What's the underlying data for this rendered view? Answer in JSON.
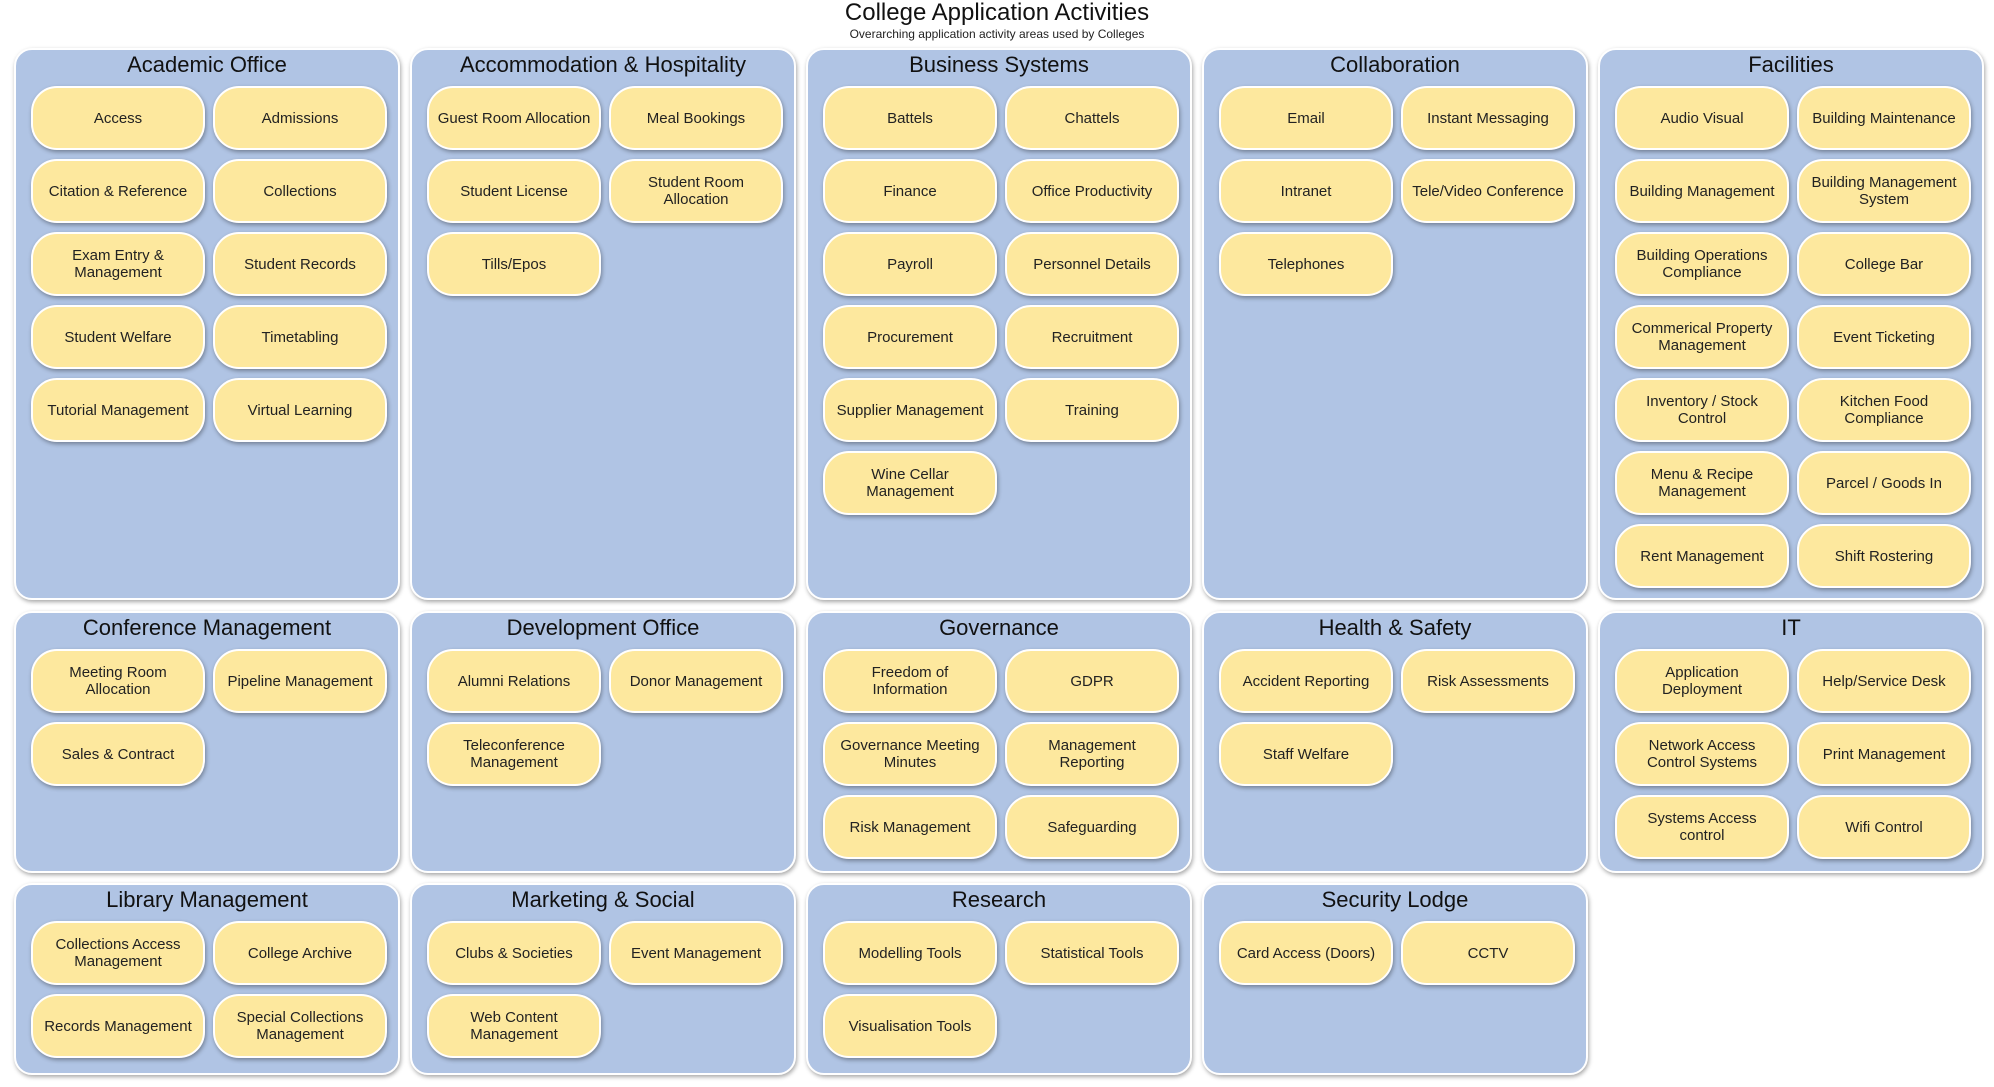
{
  "title": "College Application Activities",
  "subtitle": "Overarching application activity areas  used by Colleges",
  "groups": [
    {
      "name": "Academic Office",
      "items": [
        "Access",
        "Admissions",
        "Citation & Reference",
        "Collections",
        "Exam Entry & Management",
        "Student Records",
        "Student Welfare",
        "Timetabling",
        "Tutorial Management",
        "Virtual Learning"
      ]
    },
    {
      "name": "Accommodation & Hospitality",
      "items": [
        "Guest Room Allocation",
        "Meal Bookings",
        "Student License",
        "Student Room Allocation",
        "Tills/Epos"
      ]
    },
    {
      "name": "Business Systems",
      "items": [
        "Battels",
        "Chattels",
        "Finance",
        "Office Productivity",
        "Payroll",
        "Personnel Details",
        "Procurement",
        "Recruitment",
        "Supplier Management",
        "Training",
        "Wine Cellar Management"
      ]
    },
    {
      "name": "Collaboration",
      "items": [
        "Email",
        "Instant Messaging",
        "Intranet",
        "Tele/Video Conference",
        "Telephones"
      ]
    },
    {
      "name": "Facilities",
      "items": [
        "Audio Visual",
        "Building Maintenance",
        "Building Management",
        "Building Management System",
        "Building Operations Compliance",
        "College Bar",
        "Commerical Property Management",
        "Event Ticketing",
        "Inventory / Stock Control",
        "Kitchen Food Compliance",
        "Menu & Recipe Management",
        "Parcel / Goods In",
        "Rent Management",
        "Shift Rostering"
      ]
    },
    {
      "name": "Conference Management",
      "items": [
        "Meeting Room Allocation",
        "Pipeline Management",
        "Sales & Contract"
      ]
    },
    {
      "name": "Development Office",
      "items": [
        "Alumni Relations",
        "Donor Management",
        "Teleconference Management"
      ]
    },
    {
      "name": "Governance",
      "items": [
        "Freedom of Information",
        "GDPR",
        "Governance Meeting Minutes",
        "Management Reporting",
        "Risk Management",
        "Safeguarding"
      ]
    },
    {
      "name": "Health & Safety",
      "items": [
        "Accident Reporting",
        "Risk Assessments",
        "Staff Welfare"
      ]
    },
    {
      "name": "IT",
      "items": [
        "Application Deployment",
        "Help/Service Desk",
        "Network Access Control Systems",
        "Print Management",
        "Systems Access control",
        "Wifi Control"
      ]
    },
    {
      "name": "Library Management",
      "items": [
        "Collections Access Management",
        "College Archive",
        "Records Management",
        "Special Collections Management"
      ]
    },
    {
      "name": "Marketing & Social",
      "items": [
        "Clubs & Societies",
        "Event Management",
        "Web Content Management"
      ]
    },
    {
      "name": "Research",
      "items": [
        "Modelling Tools",
        "Statistical Tools",
        "Visualisation Tools"
      ]
    },
    {
      "name": "Security Lodge",
      "items": [
        "Card Access (Doors)",
        "CCTV"
      ]
    }
  ],
  "colors": {
    "panel": "#b0c4e4",
    "item": "#fde89e"
  }
}
